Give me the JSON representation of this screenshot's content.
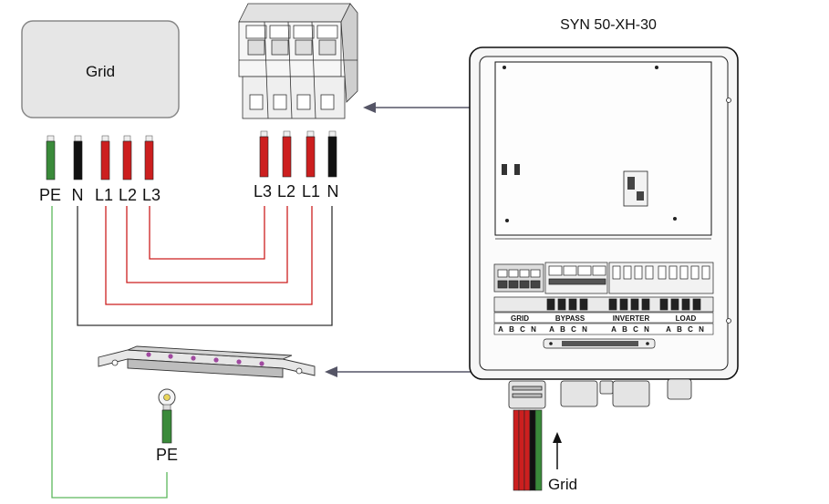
{
  "device_title": "SYN 50-XH-30",
  "grid_box_label": "Grid",
  "grid_terminals": [
    "PE",
    "N",
    "L1",
    "L2",
    "L3"
  ],
  "breaker_terminals": [
    "L3",
    "L2",
    "L1",
    "N"
  ],
  "pe_label": "PE",
  "cable_label": "Grid",
  "panel": {
    "group_labels": [
      "GRID",
      "BYPASS",
      "INVERTER",
      "LOAD"
    ],
    "phase_labels": [
      "A",
      "B",
      "C",
      "N"
    ]
  },
  "colors": {
    "earth": "#3a8a3a",
    "neutral": "#111111",
    "phase": "#cc1f1f",
    "arrow": "#555566",
    "grid_box": "#e6e6e6"
  }
}
